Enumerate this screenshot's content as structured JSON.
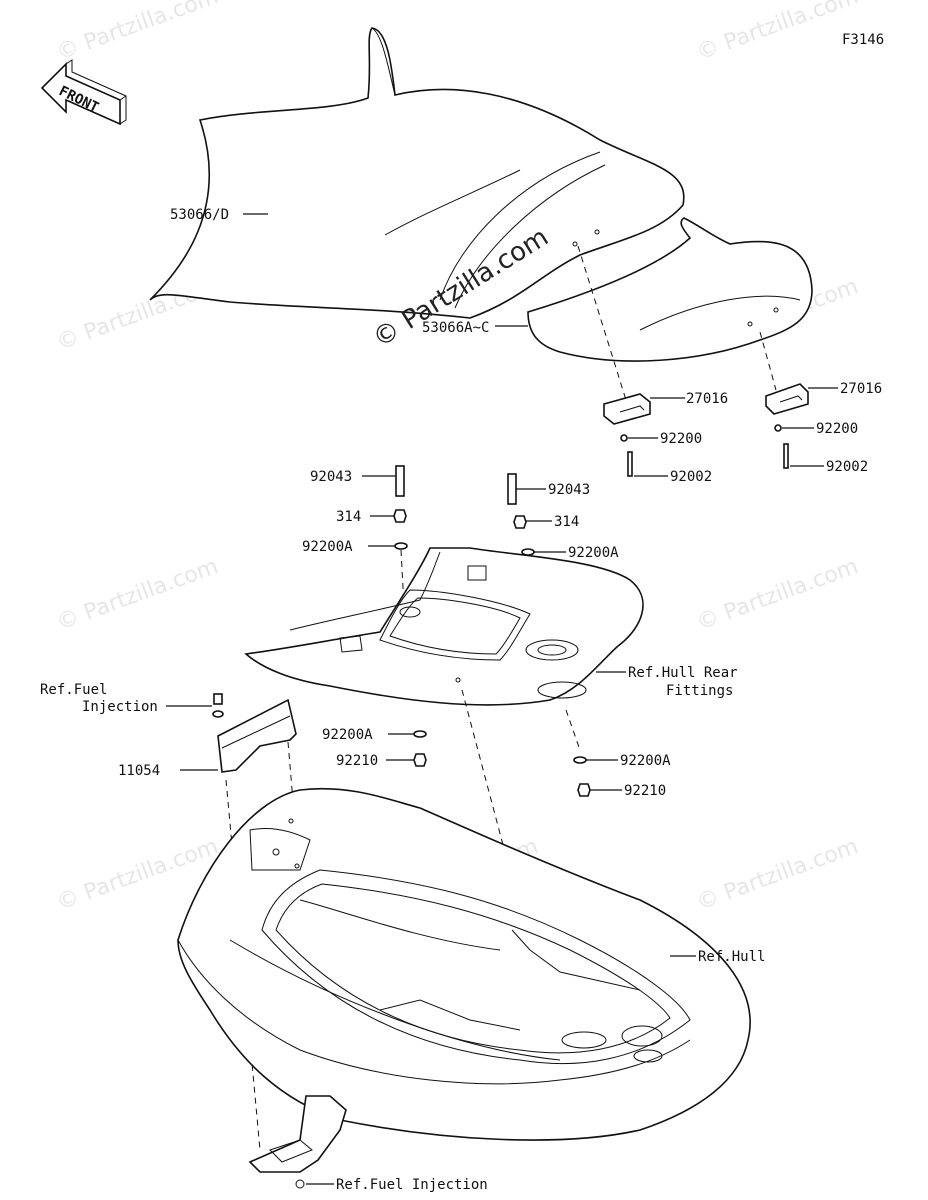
{
  "diagram_code": "F3146",
  "front_label": "FRONT",
  "watermark": "© Partzilla.com",
  "labels": {
    "seat_front": "53066/D",
    "seat_rear": "53066A~C",
    "stopper_left": "27016",
    "stopper_right": "27016",
    "washer_left_top": "92200",
    "washer_right_top": "92200",
    "bolt_left_top": "92002",
    "bolt_right_top": "92002",
    "stud_left": "92043",
    "stud_right": "92043",
    "nut_left": "314",
    "nut_right": "314",
    "washer_a_left": "92200A",
    "washer_a_right": "92200A",
    "hull_rear_1": "Ref.Hull Rear",
    "hull_rear_2": "Fittings",
    "fuel_1": "Ref.Fuel",
    "fuel_2": "Injection",
    "bracket": "11054",
    "washer_a_low_left": "92200A",
    "nut_low_left": "92210",
    "washer_a_low_right": "92200A",
    "nut_low_right": "92210",
    "hull": "Ref.Hull",
    "fuel_bottom": "Ref.Fuel Injection"
  }
}
